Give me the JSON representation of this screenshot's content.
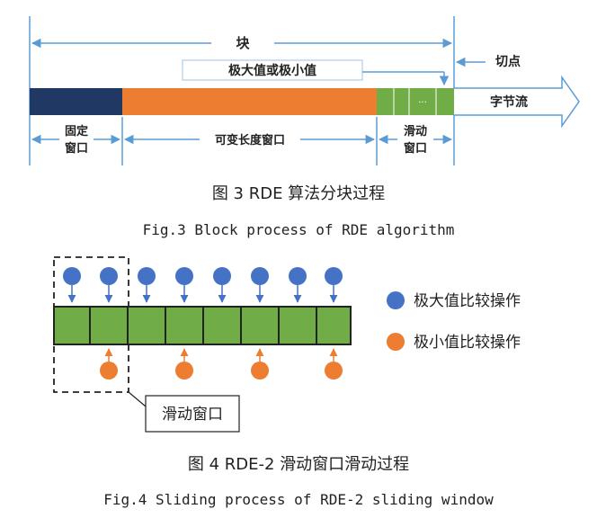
{
  "fig3": {
    "block_label": "块",
    "extreme_label": "极大值或极小值",
    "cut_point_label": "切点",
    "byte_stream_label": "字节流",
    "fixed_window_line1": "固定",
    "fixed_window_line2": "窗口",
    "variable_window_label": "可变长度窗口",
    "sliding_window_line1": "滑动",
    "sliding_window_line2": "窗口",
    "caption_zh": "图 3 RDE 算法分块过程",
    "caption_en": "Fig.3 Block process of RDE algorithm",
    "colors": {
      "fixed": "#1f3864",
      "variable": "#ed7d31",
      "sliding": "#70ad47",
      "arrow": "#5b9bd5"
    }
  },
  "fig4": {
    "legend_max": "极大值比较操作",
    "legend_min": "极小值比较操作",
    "sliding_window_label": "滑动窗口",
    "caption_zh": "图 4 RDE-2 滑动窗口滑动过程",
    "caption_en": "Fig.4 Sliding process of RDE-2 sliding window",
    "colors": {
      "block": "#70ad47",
      "max_dot": "#4472c4",
      "min_dot": "#ed7d31"
    }
  }
}
